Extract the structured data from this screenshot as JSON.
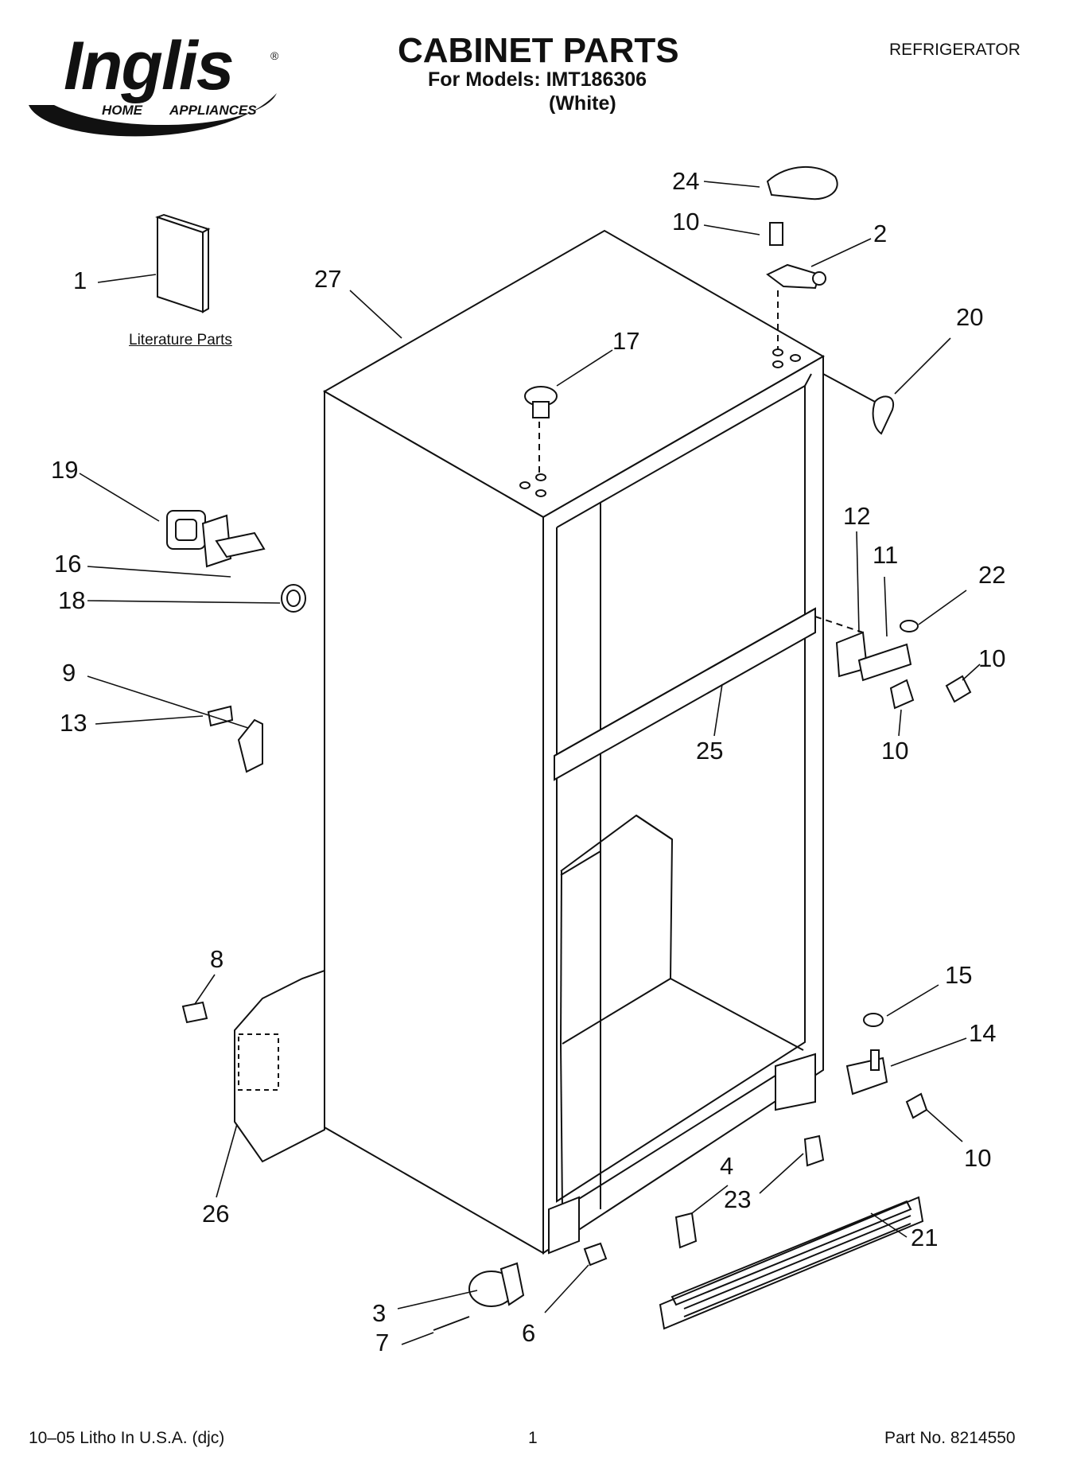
{
  "brand": {
    "name": "Inglis",
    "registered_mark": "®",
    "tagline_left": "HOME",
    "tagline_right": "APPLIANCES"
  },
  "header": {
    "title": "CABINET PARTS",
    "models_line": "For Models: IMT186306",
    "color_line": "(White)",
    "category": "REFRIGERATOR"
  },
  "literature_label": "Literature Parts",
  "callouts": [
    "1",
    "27",
    "24",
    "10",
    "2",
    "20",
    "17",
    "19",
    "16",
    "18",
    "12",
    "11",
    "22",
    "10",
    "10",
    "9",
    "13",
    "25",
    "8",
    "15",
    "14",
    "10",
    "26",
    "4",
    "23",
    "21",
    "3",
    "7",
    "6"
  ],
  "footer": {
    "litho": "10–05 Litho In U.S.A. (djc)",
    "page": "1",
    "part_no": "Part No. 8214550"
  }
}
